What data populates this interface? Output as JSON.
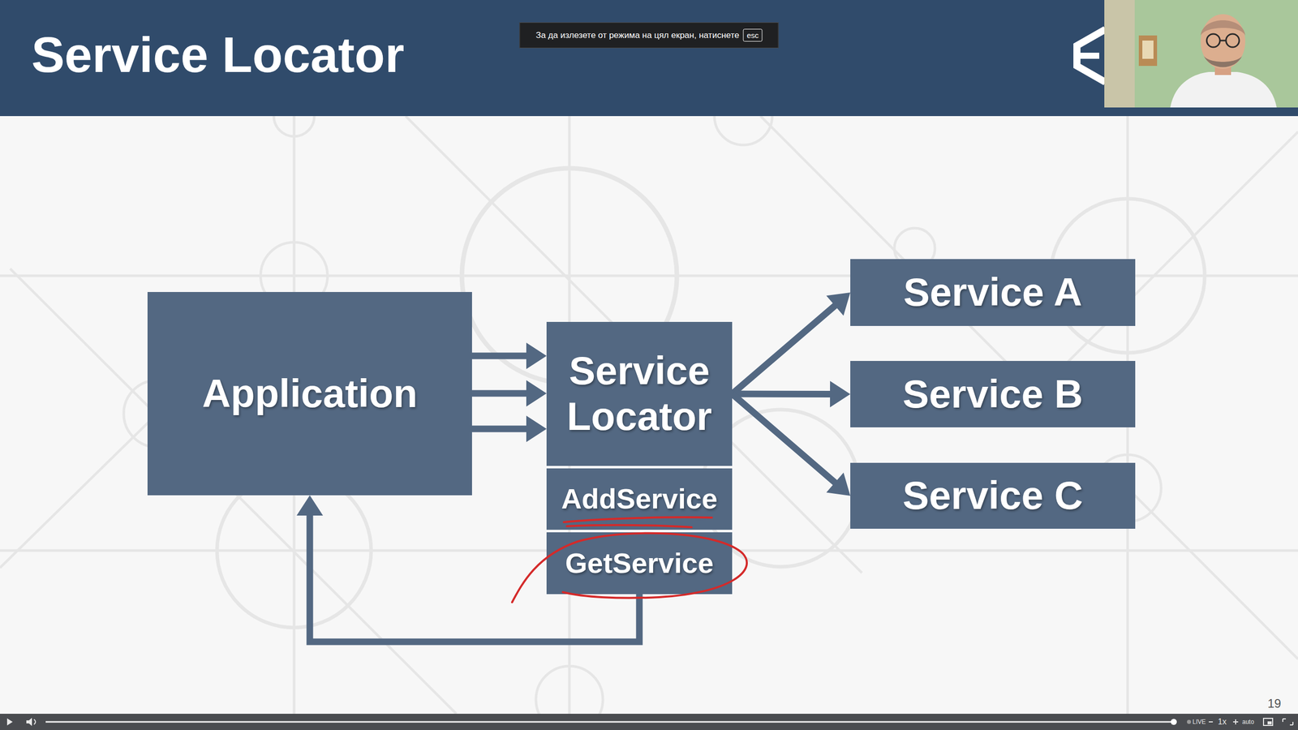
{
  "diagram": {
    "title": "Service Locator",
    "nodes": [
      {
        "text": [
          "Application"
        ]
      },
      {
        "text": [
          "Service Locator"
        ]
      },
      {
        "text": [
          "AddService"
        ]
      },
      {
        "text": [
          "GetService"
        ]
      },
      {
        "text": [
          "Service A"
        ]
      },
      {
        "text": [
          "Service B"
        ]
      },
      {
        "text": [
          "Service C"
        ]
      }
    ],
    "edges": [
      {
        "from": 0,
        "to": 1,
        "arrow": "to"
      },
      {
        "from": 0,
        "to": 1,
        "arrow": "to"
      },
      {
        "from": 0,
        "to": 1,
        "arrow": "to"
      },
      {
        "from": 1,
        "to": 4,
        "arrow": "to"
      },
      {
        "from": 1,
        "to": 5,
        "arrow": "to"
      },
      {
        "from": 1,
        "to": 6,
        "arrow": "to"
      },
      {
        "from": 3,
        "to": 0,
        "arrow": "to"
      }
    ],
    "labels": [
      "За да излезете от режима на цял екран, натиснете",
      "esc",
      "19",
      "LIVE",
      "1x",
      "auto"
    ]
  }
}
